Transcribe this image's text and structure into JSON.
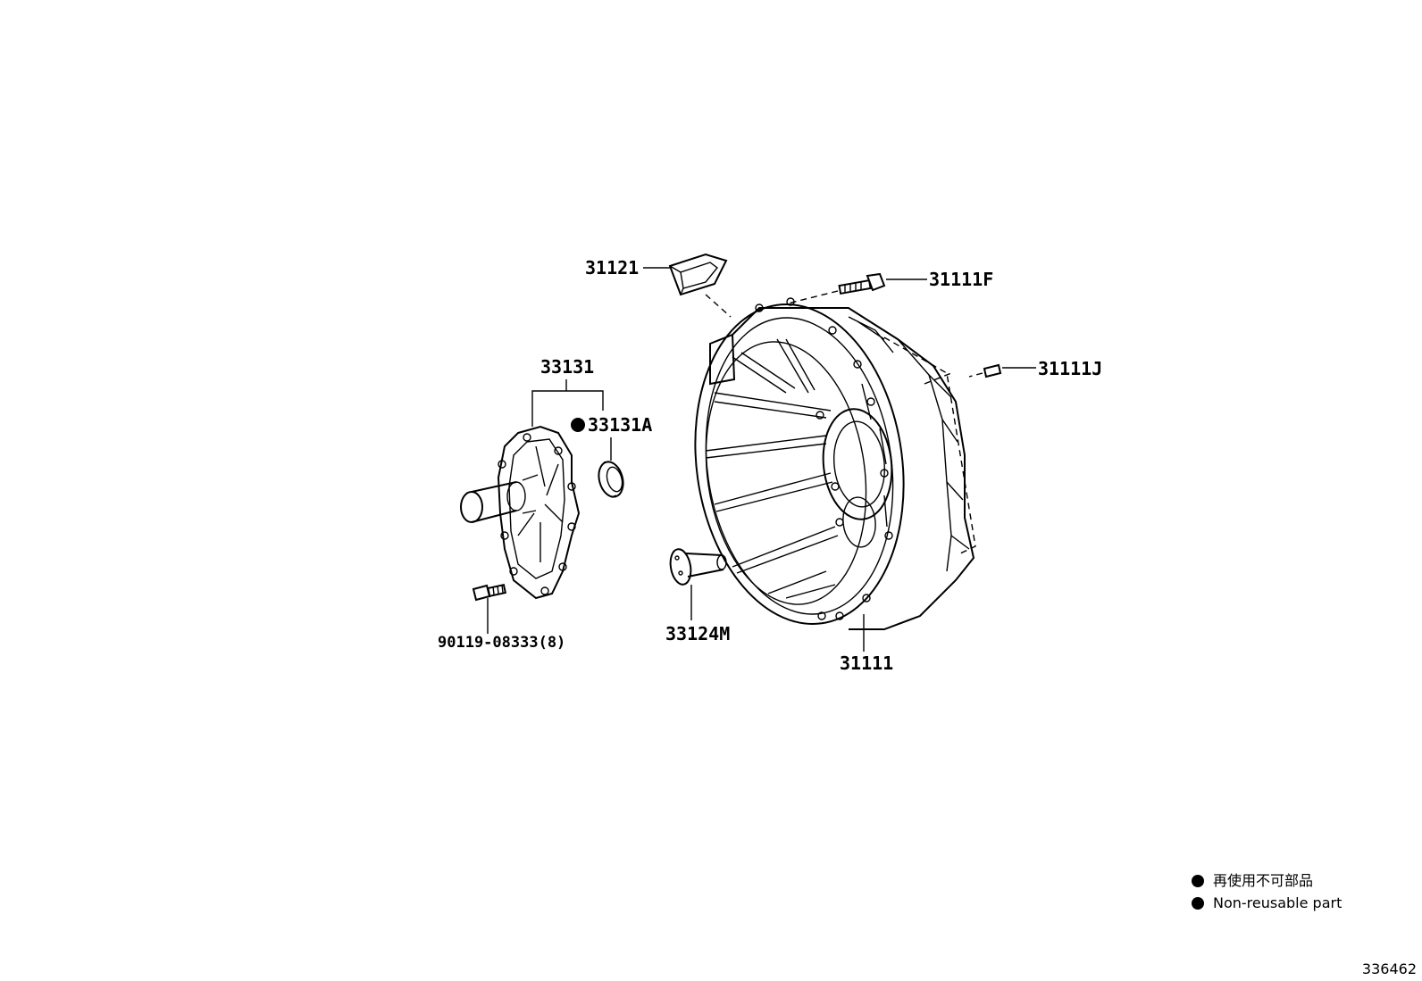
{
  "parts": {
    "p31121": "31121",
    "p31111F": "31111F",
    "p31111J": "31111J",
    "p33131": "33131",
    "p33131A": "33131A",
    "p90119": "90119-08333(8)",
    "p33124M": "33124M",
    "p31111": "31111"
  },
  "legend": {
    "non_reusable_jp": "再使用不可部品",
    "non_reusable_en": "Non-reusable part"
  },
  "illustration_number": "336462"
}
